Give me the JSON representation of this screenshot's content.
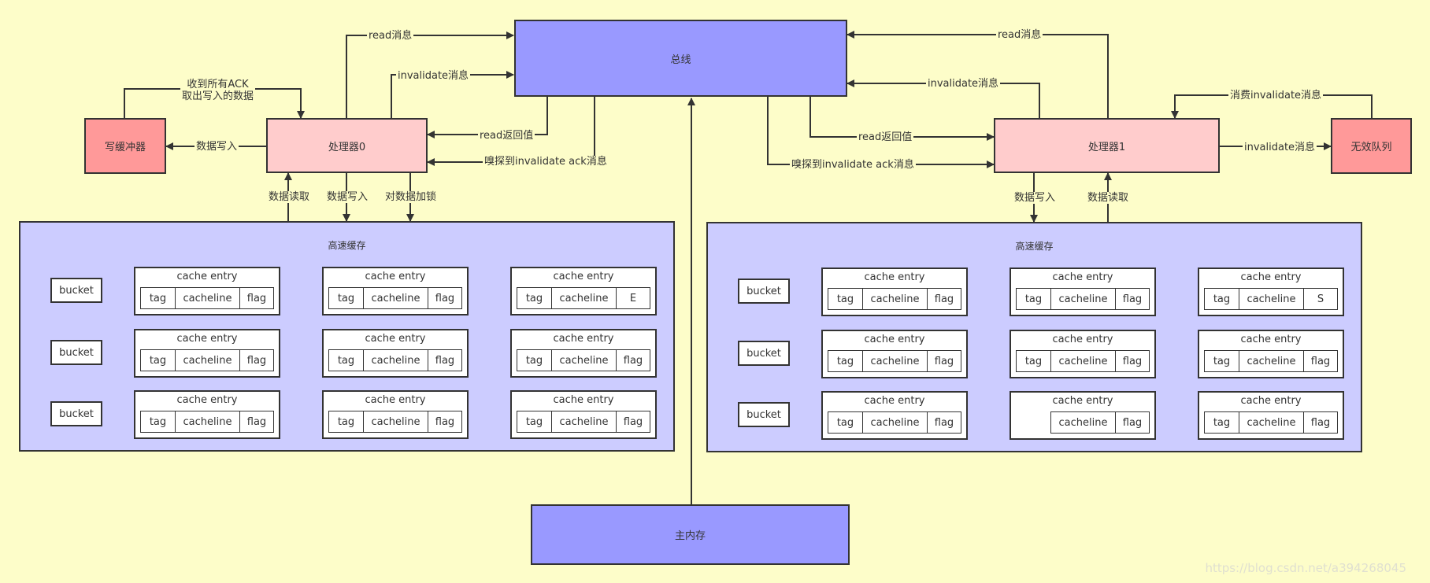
{
  "bus": "总线",
  "main_memory": "主内存",
  "processor0": "处理器0",
  "processor1": "处理器1",
  "write_buffer": "写缓冲器",
  "invalid_queue": "无效队列",
  "cache_title": "高速缓存",
  "bucket_label": "bucket",
  "entry_label": "cache entry",
  "field_tag": "tag",
  "field_cacheline": "cacheline",
  "field_flag": "flag",
  "flag_E": "E",
  "flag_S": "S",
  "edges": {
    "read_msg": "read消息",
    "invalidate_msg": "invalidate消息",
    "read_return": "read返回值",
    "sniff_ack": "嗅探到invalidate ack消息",
    "ack_line1": "收到所有ACK",
    "ack_line2": "取出写入的数据",
    "data_write": "数据写入",
    "data_read": "数据读取",
    "data_lock": "对数据加锁",
    "consume_invalidate": "消费invalidate消息"
  },
  "watermark": "https://blog.csdn.net/a394268045"
}
